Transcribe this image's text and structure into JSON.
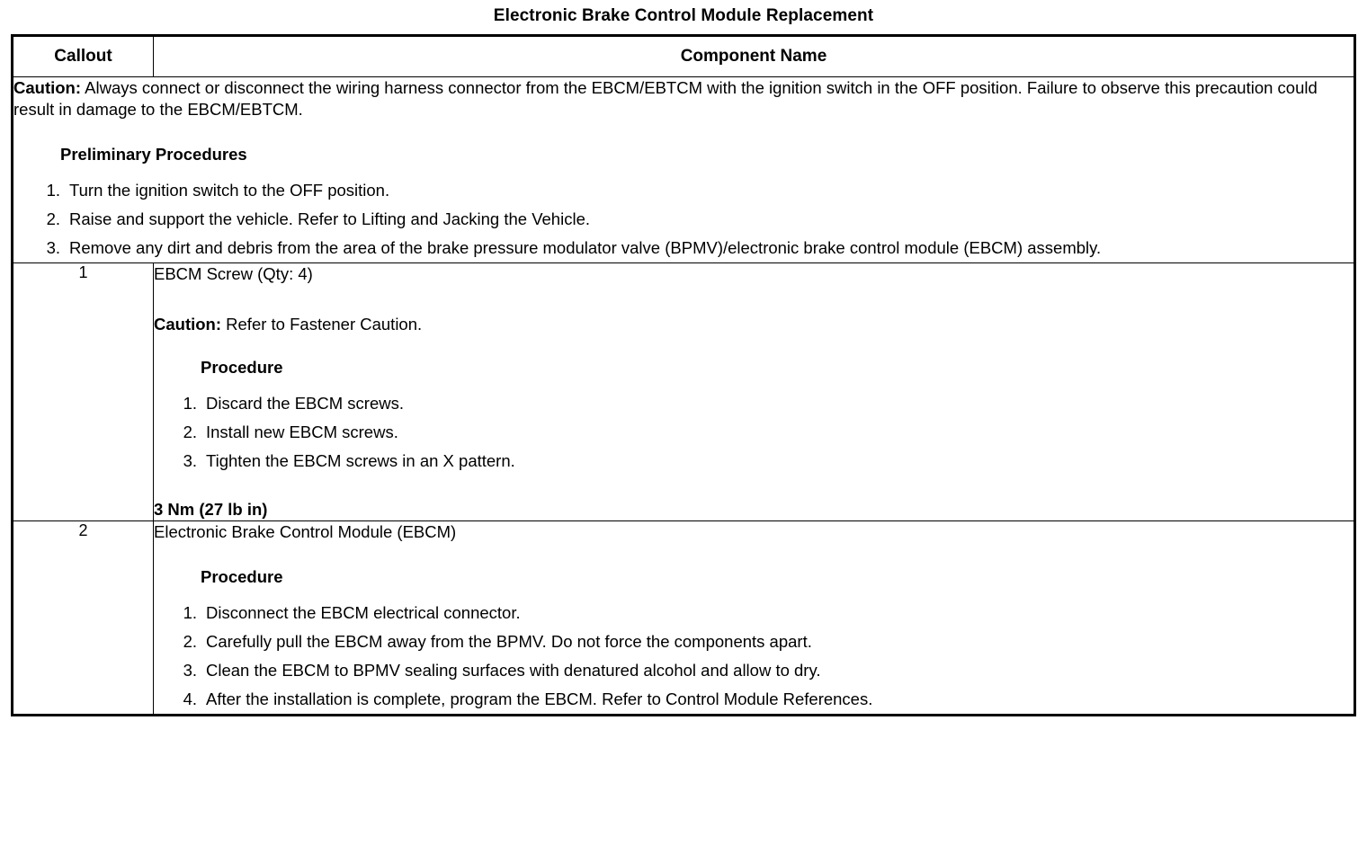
{
  "document": {
    "title": "Electronic Brake Control Module Replacement"
  },
  "table": {
    "headers": {
      "callout": "Callout",
      "component_name": "Component Name"
    },
    "caution_row": {
      "caution_label": "Caution:",
      "caution_text": " Always connect or disconnect the wiring harness connector from the EBCM/EBTCM with the ignition switch in the OFF position. Failure to observe this precaution could result in damage to the EBCM/EBTCM.",
      "preliminary_heading": "Preliminary Procedures",
      "preliminary_steps": [
        "Turn the ignition switch to the OFF position.",
        "Raise and support the vehicle. Refer to Lifting and Jacking the Vehicle.",
        "Remove any dirt and debris from the area of the brake pressure modulator valve (BPMV)/electronic brake control module (EBCM) assembly."
      ]
    },
    "rows": [
      {
        "callout": "1",
        "component_name": "EBCM Screw (Qty: 4)",
        "caution_label": "Caution:",
        "caution_text": " Refer to Fastener Caution.",
        "procedure_heading": "Procedure",
        "procedure_steps": [
          "Discard the EBCM screws.",
          "Install new EBCM screws.",
          "Tighten the EBCM screws in an X pattern."
        ],
        "torque": "3 Nm (27 lb in)"
      },
      {
        "callout": "2",
        "component_name": "Electronic Brake Control Module (EBCM)",
        "procedure_heading": "Procedure",
        "procedure_steps": [
          "Disconnect the EBCM electrical connector.",
          "Carefully pull the EBCM away from the BPMV. Do not force the components apart.",
          "Clean the EBCM to BPMV sealing surfaces with denatured alcohol and allow to dry.",
          "After the installation is complete, program the EBCM. Refer to Control Module References."
        ]
      }
    ],
    "step_numbers": [
      "1.",
      "2.",
      "3.",
      "4."
    ]
  }
}
